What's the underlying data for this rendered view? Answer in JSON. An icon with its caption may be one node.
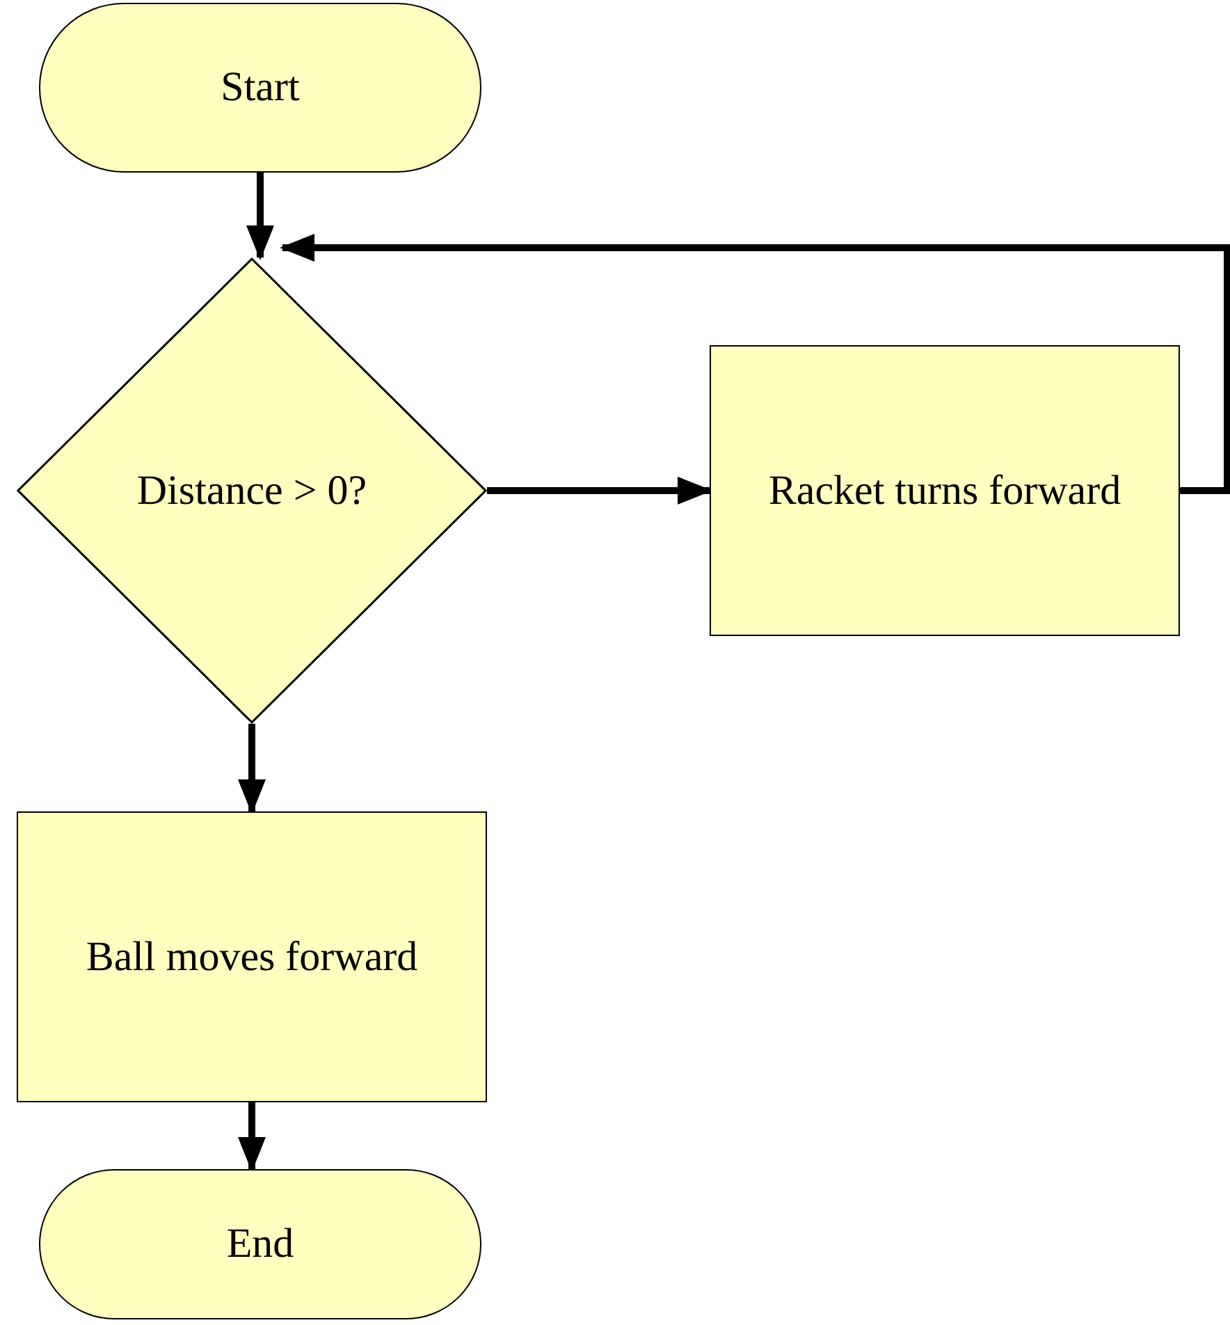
{
  "diagram": {
    "nodes": [
      {
        "text": [
          "Start"
        ]
      },
      {
        "text": [
          "Distance > 0?"
        ]
      },
      {
        "text": [
          "Racket turns forward"
        ]
      },
      {
        "text": [
          "Ball moves forward"
        ]
      },
      {
        "text": [
          "End"
        ]
      }
    ],
    "edges": [
      {
        "from": 0,
        "to": 1,
        "arrow": "to"
      },
      {
        "from": 1,
        "to": 2,
        "arrow": "to"
      },
      {
        "from": 2,
        "to": 1,
        "arrow": "to"
      },
      {
        "from": 1,
        "to": 3,
        "arrow": "to"
      },
      {
        "from": 3,
        "to": 4,
        "arrow": "to"
      }
    ]
  }
}
